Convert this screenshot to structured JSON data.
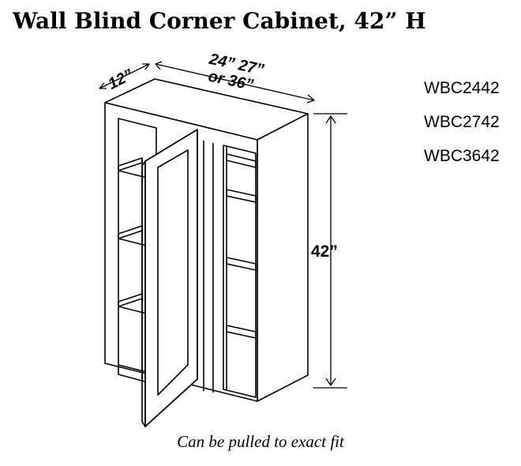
{
  "title": "Wall Blind Corner Cabinet, 42” H",
  "models": [
    "WBC2442",
    "WBC2742",
    "WBC3642"
  ],
  "dimensions": {
    "depth": "12”",
    "width_line1": "24” 27”",
    "width_line2": "or 36”",
    "height": "42”"
  },
  "footer_note": "Can be pulled to exact fit"
}
